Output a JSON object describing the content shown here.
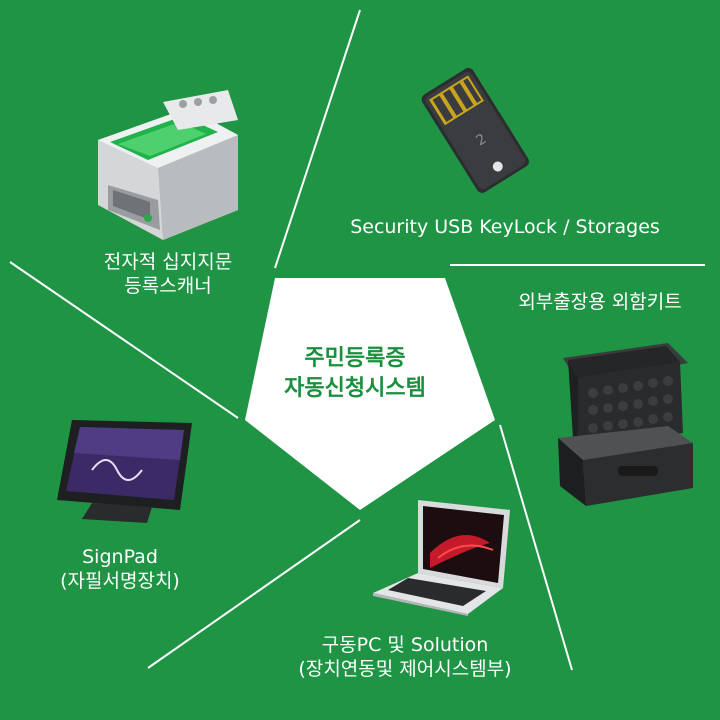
{
  "colors": {
    "background": "#1e9444",
    "center_text": "#1a8f3e",
    "line": "#ffffff"
  },
  "center": {
    "title_line1": "주민등록증",
    "title_line2": "자동신청시스템"
  },
  "segments": {
    "fingerprint": {
      "line1": "전자적 십지지문",
      "line2": "등록스캐너",
      "icon": "fingerprint-scanner-icon"
    },
    "usb": {
      "line1": "Security USB KeyLock / Storages",
      "icon": "usb-keylock-icon"
    },
    "case": {
      "line1": "외부출장용 외함키트",
      "icon": "carrying-case-icon"
    },
    "signpad": {
      "line1": "SignPad",
      "line2": "(자필서명장치)",
      "icon": "signpad-icon"
    },
    "laptop": {
      "line1": "구동PC 및 Solution",
      "line2": "(장치연동및 제어시스템부)",
      "icon": "laptop-icon"
    }
  }
}
